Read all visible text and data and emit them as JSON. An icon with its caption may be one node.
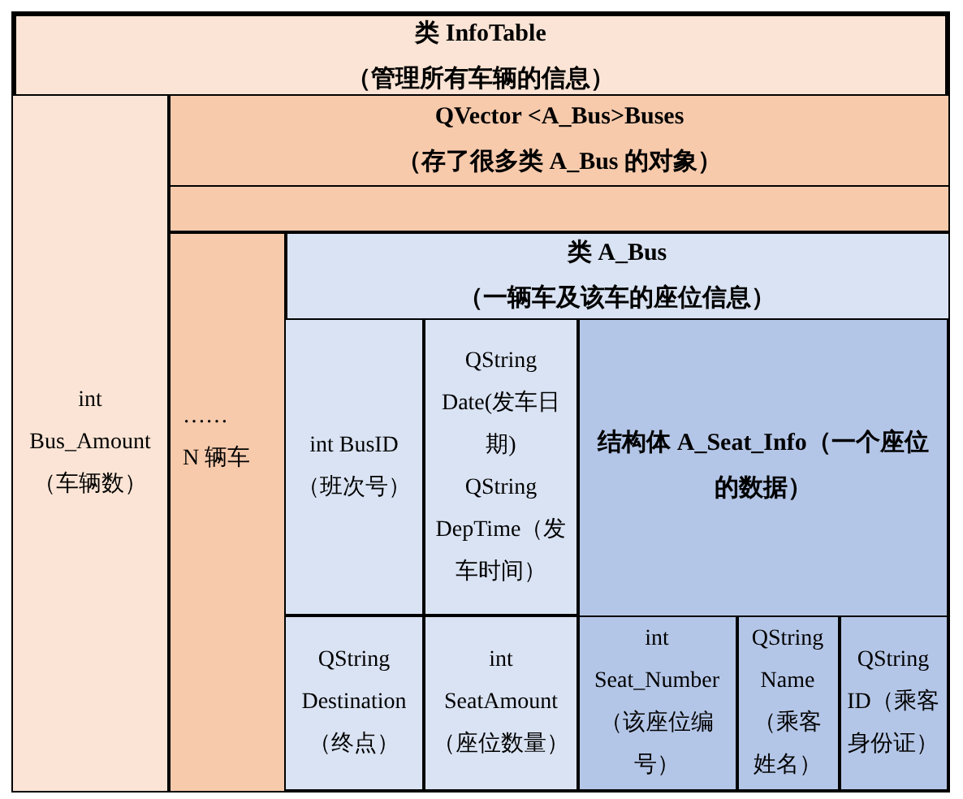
{
  "diagram": {
    "nodes": [
      {
        "text": [
          "类 InfoTable",
          "（管理所有车辆的信息）"
        ]
      },
      {
        "text": [
          "int Bus_Amount（车辆数）"
        ],
        "in": 0
      },
      {
        "text": [
          "QVector <A_Bus>Buses",
          "（存了很多类 A_Bus 的对象）"
        ],
        "in": 0
      },
      {
        "text": [],
        "shape": "box",
        "in": 2
      },
      {
        "text": [
          "……",
          "N 辆车"
        ],
        "in": 2
      },
      {
        "text": [
          "类 A_Bus",
          "（一辆车及该车的座位信息）"
        ],
        "in": 2
      },
      {
        "text": [
          "int BusID（班次号）"
        ],
        "in": 5
      },
      {
        "text": [
          "QString Date(发车日期)",
          "QString DepTime（发车时间）"
        ],
        "in": 5
      },
      {
        "text": [
          "结构体 A_Seat_Info（一个座位的数据）"
        ],
        "in": 5
      },
      {
        "text": [
          "QString Destination（终点）"
        ],
        "in": 5
      },
      {
        "text": [
          "int SeatAmount（座位数量）"
        ],
        "in": 5
      },
      {
        "text": [
          "int Seat_Number（该座位编号）"
        ],
        "in": 8
      },
      {
        "text": [
          "QString Name（乘客姓名）"
        ],
        "in": 8
      },
      {
        "text": [
          "QString ID（乘客身份证）"
        ],
        "in": 8
      }
    ]
  }
}
